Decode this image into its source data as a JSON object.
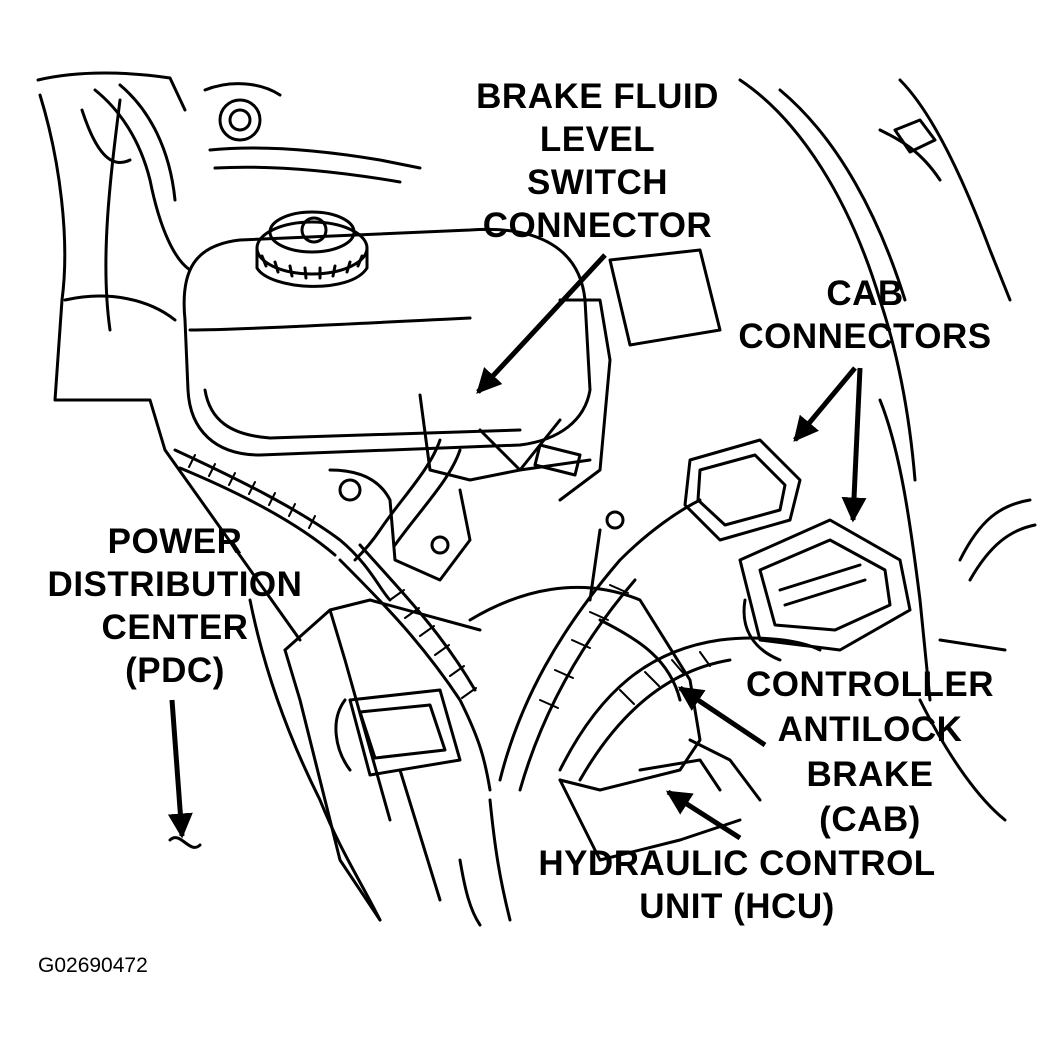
{
  "labels": {
    "brake_fluid": [
      "BRAKE FLUID",
      "LEVEL",
      "SWITCH",
      "CONNECTOR"
    ],
    "cab_connectors": [
      "CAB",
      "CONNECTORS"
    ],
    "pdc": [
      "POWER",
      "DISTRIBUTION",
      "CENTER",
      "(PDC)"
    ],
    "cab": [
      "CONTROLLER",
      "ANTILOCK",
      "BRAKE",
      "(CAB)"
    ],
    "hcu": [
      "HYDRAULIC CONTROL",
      "UNIT (HCU)"
    ]
  },
  "figure_id": "G02690472",
  "colors": {
    "ink": "#000000",
    "paper": "#ffffff"
  }
}
